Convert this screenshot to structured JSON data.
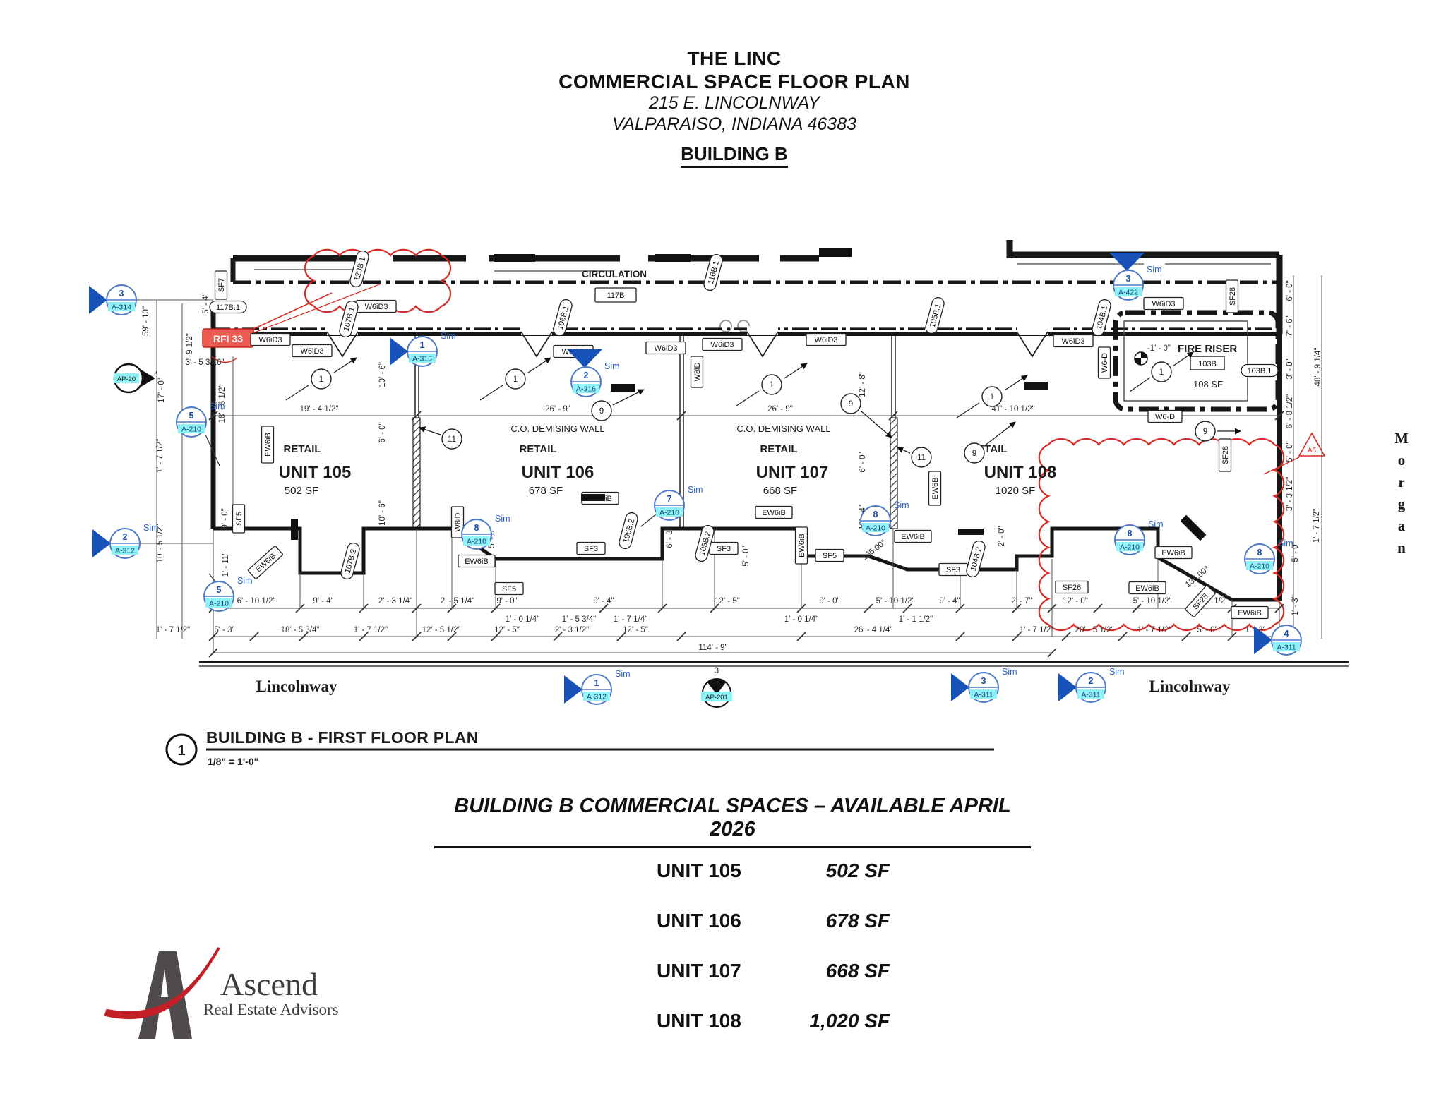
{
  "header": {
    "line1": "THE LINC",
    "line2": "COMMERCIAL SPACE FLOOR PLAN",
    "line3": "215 E. LINCOLNWAY",
    "line4": "VALPARAISO, INDIANA 46383",
    "line5": "BUILDING B"
  },
  "plan": {
    "circulation": {
      "label": "CIRCULATION",
      "tag": "117B"
    },
    "units": [
      {
        "retail": "RETAIL",
        "name": "UNIT 105",
        "area": "502 SF",
        "width": "19' - 4 1/2\""
      },
      {
        "retail": "RETAIL",
        "name": "UNIT 106",
        "area": "678 SF",
        "width": "26' - 9\""
      },
      {
        "retail": "RETAIL",
        "name": "UNIT 107",
        "area": "668 SF",
        "width": "26' - 9\""
      },
      {
        "retail": "RETAIL",
        "name": "UNIT 108",
        "area": "1020 SF",
        "width": "41' - 10 1/2\""
      }
    ],
    "demising_label": "C.O. DEMISING WALL",
    "fire_riser": {
      "label": "FIRE RISER",
      "room": "103B",
      "area": "108 SF",
      "offset": "-1' - 0\""
    },
    "rfi": "RFI 33",
    "sim": "Sim",
    "a6": "A6",
    "streets": {
      "left": "Lincolnway",
      "right": "Lincolnway",
      "side": [
        "M",
        "o",
        "r",
        "g",
        "a",
        "n"
      ]
    },
    "tags": {
      "w6id3": "W6iD3",
      "ew6ib": "EW6iB",
      "ew6b": "EW6B",
      "w8id": "W8iD",
      "w6d": "W6-D",
      "sf3": "SF3",
      "sf5": "SF5",
      "sf7": "SF7",
      "sf26": "SF26",
      "sf28": "SF28"
    },
    "room_tags": {
      "t117b1": "117B.1",
      "t123b1": "123B.1",
      "t116b1": "116B.1",
      "t107b1": "107B.1",
      "t106b1": "106B.1",
      "t105b1": "105B.1",
      "t104b1": "104B.1",
      "t103b1": "103B.1",
      "t107b2": "107B.2",
      "t106b2": "106B.2",
      "t105b2": "105B.2",
      "t104b2": "104B.2"
    },
    "keynotes": {
      "k1": "1",
      "k9": "9",
      "k11": "11",
      "k4": "4"
    },
    "callouts": [
      {
        "num": "3",
        "sheet": "A-314"
      },
      {
        "num": "5",
        "sheet": "A-210"
      },
      {
        "num": "2",
        "sheet": "A-312"
      },
      {
        "num": "5",
        "sheet": "A-210"
      },
      {
        "num": "1",
        "sheet": "A-316"
      },
      {
        "num": "2",
        "sheet": "A-316"
      },
      {
        "num": "3",
        "sheet": "A-422"
      },
      {
        "num": "7",
        "sheet": "A-210"
      },
      {
        "num": "8",
        "sheet": "A-210"
      },
      {
        "num": "8",
        "sheet": "A-210"
      },
      {
        "num": "8",
        "sheet": "A-210"
      },
      {
        "num": "8",
        "sheet": "A-210"
      },
      {
        "num": "1",
        "sheet": "A-312"
      },
      {
        "num": "3",
        "sheet": "A-311"
      },
      {
        "num": "2",
        "sheet": "A-311"
      },
      {
        "num": "4",
        "sheet": "A-311"
      }
    ],
    "ap20": {
      "label": "AP-20"
    },
    "ap201": {
      "num": "3",
      "label": "AP-201"
    },
    "dims": {
      "row1": [
        "6' - 10 1/2\"",
        "9' - 4\"",
        "2' - 3 1/4\"",
        "2' - 5 1/4\"",
        "9' - 0\"",
        "9' - 4\"",
        "12' - 5\"",
        "9' - 0\"",
        "5' - 10 1/2\"",
        "9' - 4\"",
        "2' - 7\"",
        "12' - 0\"",
        "5' - 10 1/2\"",
        "1' - 7 1/2\""
      ],
      "row2": [
        "1' - 0 1/4\"",
        "1' - 5 3/4\"",
        "1' - 7 1/4\"",
        "1' - 0 1/4\"",
        "1' - 1 1/2\""
      ],
      "row3": [
        "1' - 7 1/2\"",
        "5' - 3\"",
        "18' - 5 3/4\"",
        "1' - 7 1/2\"",
        "12' - 5 1/2\"",
        "12' - 5\"",
        "2' - 3 1/2\"",
        "12' - 5\"",
        "26' - 4 1/4\"",
        "1' - 7 1/2\"",
        "20' - 5 1/2\"",
        "1' - 7 1/2\"",
        "5' - 0\"",
        "1' - 3\""
      ],
      "total": "114' - 9\"",
      "left": [
        "5' - 4\"",
        "59' - 10\"",
        "9 1/2\"",
        "3' - 5 3/16\"",
        "17' - 0\"",
        "18' - 6 1/2\"",
        "1' - 7 1/2\"",
        "10' - 5 1/2\"",
        "9' - 0\"",
        "1' - 11\""
      ],
      "right": [
        "6' - 0\"",
        "7' - 6\"",
        "3' - 0\"",
        "6' - 8 1/2\"",
        "5' - 0\"",
        "3' - 3 1/2\"",
        "5' - 0\"",
        "1' - 3\"",
        "48' - 9 1/4\"",
        "1' - 7 1/2\""
      ],
      "mid105": [
        "10' - 6\"",
        "6' - 0\"",
        "10' - 6\""
      ],
      "mid107": [
        "12' - 8\"",
        "6' - 0\"",
        "10' - 4\""
      ],
      "extras": [
        "5' - 0\"",
        "6' - 3\"",
        "2' - 0\"",
        "5' - 0\""
      ],
      "angle": "135.00°"
    },
    "title_block": {
      "num": "1",
      "title": "BUILDING B - FIRST FLOOR PLAN",
      "scale": "1/8\" = 1'-0\""
    }
  },
  "availability": {
    "heading": "BUILDING B COMMERCIAL SPACES – AVAILABLE APRIL 2026",
    "rows": [
      {
        "unit": "UNIT 105",
        "area": "502 SF"
      },
      {
        "unit": "UNIT 106",
        "area": "678 SF"
      },
      {
        "unit": "UNIT 107",
        "area": "668 SF"
      },
      {
        "unit": "UNIT 108",
        "area": "1,020 SF"
      }
    ]
  },
  "logo": {
    "brand": "Ascend",
    "tagline": "Real Estate Advisors"
  }
}
